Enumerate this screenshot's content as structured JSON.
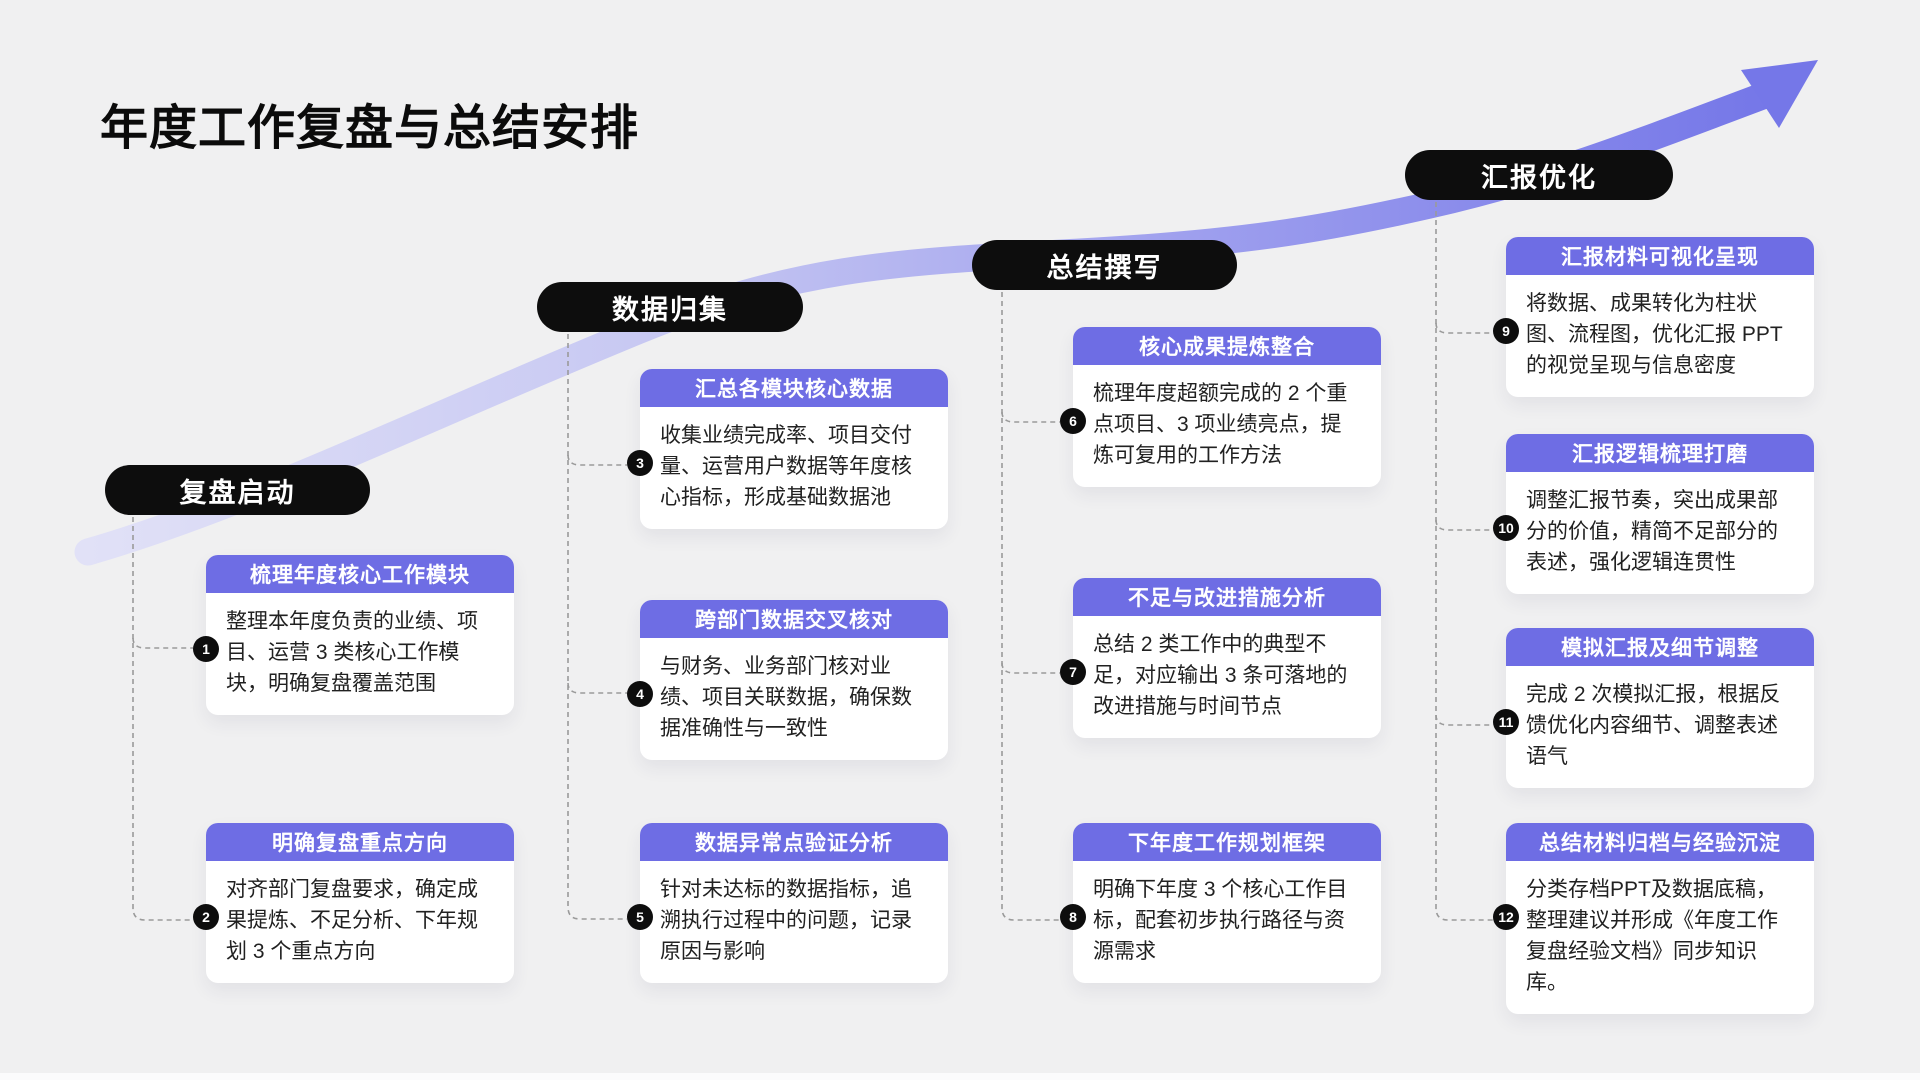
{
  "title": "年度工作复盘与总结安排",
  "colors": {
    "background": "#f0f0f1",
    "pill": "#0d0d0d",
    "card_header": "#6e6de4",
    "arrow_start": "#e0e0f7",
    "arrow_end": "#7577e8",
    "connector": "#9a9a9a"
  },
  "stages": [
    {
      "label": "复盘启动",
      "cards": [
        {
          "number": "1",
          "title": "梳理年度核心工作模块",
          "body": "整理本年度负责的业绩、项目、运营 3 类核心工作模块，明确复盘覆盖范围"
        },
        {
          "number": "2",
          "title": "明确复盘重点方向",
          "body": "对齐部门复盘要求，确定成果提炼、不足分析、下年规划 3 个重点方向"
        }
      ]
    },
    {
      "label": "数据归集",
      "cards": [
        {
          "number": "3",
          "title": "汇总各模块核心数据",
          "body": "收集业绩完成率、项目交付量、运营用户数据等年度核心指标，形成基础数据池"
        },
        {
          "number": "4",
          "title": "跨部门数据交叉核对",
          "body": "与财务、业务部门核对业绩、项目关联数据，确保数据准确性与一致性"
        },
        {
          "number": "5",
          "title": "数据异常点验证分析",
          "body": "针对未达标的数据指标，追溯执行过程中的问题，记录原因与影响"
        }
      ]
    },
    {
      "label": "总结撰写",
      "cards": [
        {
          "number": "6",
          "title": "核心成果提炼整合",
          "body": "梳理年度超额完成的 2 个重点项目、3 项业绩亮点，提炼可复用的工作方法"
        },
        {
          "number": "7",
          "title": "不足与改进措施分析",
          "body": "总结 2 类工作中的典型不足，对应输出 3 条可落地的改进措施与时间节点"
        },
        {
          "number": "8",
          "title": "下年度工作规划框架",
          "body": "明确下年度 3 个核心工作目标，配套初步执行路径与资源需求"
        }
      ]
    },
    {
      "label": "汇报优化",
      "cards": [
        {
          "number": "9",
          "title": "汇报材料可视化呈现",
          "body": "将数据、成果转化为柱状图、流程图，优化汇报 PPT 的视觉呈现与信息密度"
        },
        {
          "number": "10",
          "title": "汇报逻辑梳理打磨",
          "body": "调整汇报节奏，突出成果部分的价值，精简不足部分的表述，强化逻辑连贯性"
        },
        {
          "number": "11",
          "title": "模拟汇报及细节调整",
          "body": "完成 2 次模拟汇报，根据反馈优化内容细节、调整表述语气"
        },
        {
          "number": "12",
          "title": "总结材料归档与经验沉淀",
          "body": "分类存档PPT及数据底稿，整理建议并形成《年度工作复盘经验文档》同步知识库。"
        }
      ]
    }
  ]
}
